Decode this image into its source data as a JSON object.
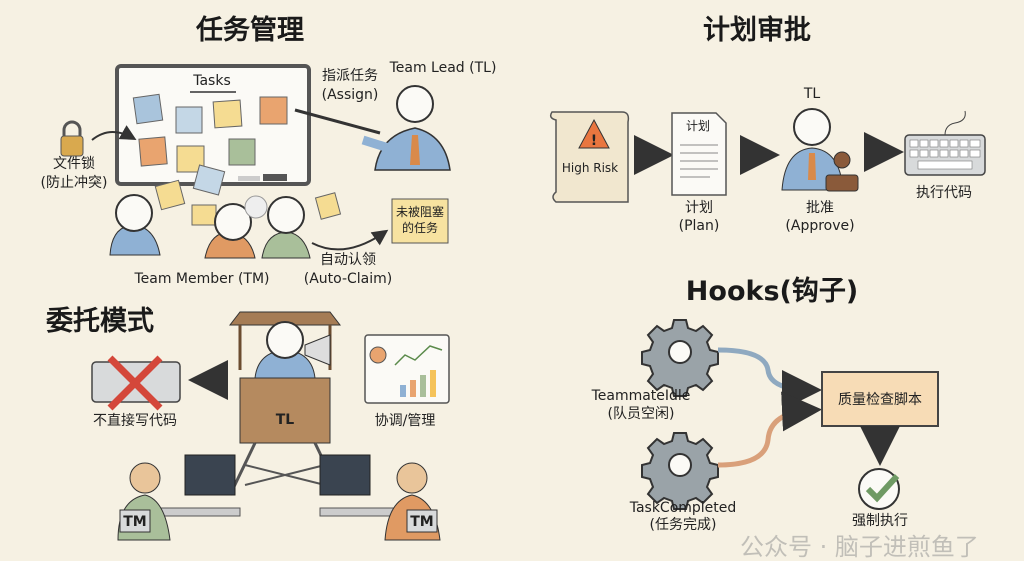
{
  "sections": {
    "task_management": {
      "title": "任务管理",
      "board_label": "Tasks",
      "assign_zh": "指派任务",
      "assign_en": "(Assign)",
      "team_lead": "Team Lead (TL)",
      "file_lock_zh": "文件锁",
      "file_lock_note": "(防止冲突)",
      "team_member": "Team Member (TM)",
      "auto_claim_zh": "自动认领",
      "auto_claim_en": "(Auto-Claim)",
      "unblocked_line1": "未被阻塞",
      "unblocked_line2": "的任务"
    },
    "plan_approval": {
      "title": "计划审批",
      "risk_label": "High Risk",
      "doc_title": "计划",
      "plan_zh": "计划",
      "plan_en": "(Plan)",
      "tl_label": "TL",
      "approve_zh": "批准",
      "approve_en": "(Approve)",
      "execute_label": "执行代码"
    },
    "delegate_mode": {
      "title": "委托模式",
      "no_code_label": "不直接写代码",
      "tower_label": "TL",
      "coordinate_label": "协调/管理",
      "tm_left": "TM",
      "tm_right": "TM"
    },
    "hooks": {
      "title": "Hooks(钩子)",
      "idle_en": "TeammateIdle",
      "idle_zh": "(队员空闲)",
      "completed_en": "TaskCompleted",
      "completed_zh": "(任务完成)",
      "script_label": "质量检查脚本",
      "enforce_label": "强制执行"
    }
  },
  "watermark": "公众号 · 脑子进煎鱼了",
  "colors": {
    "background": "#f6f1e3",
    "blue": "#a9c4dc",
    "orange": "#e9a46f",
    "yellow": "#f5dc92",
    "green": "#a9bf9a",
    "gear": "#9aa3a8",
    "script_box": "#f7dcb6"
  }
}
